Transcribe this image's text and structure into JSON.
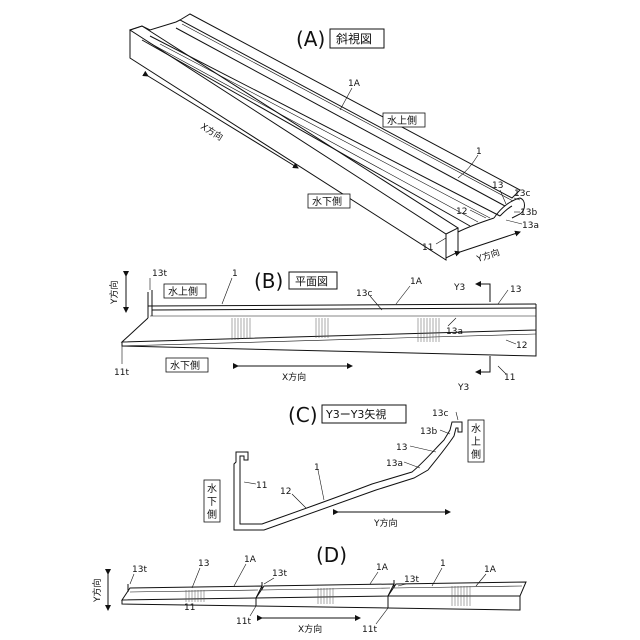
{
  "panelA": {
    "letter": "(A)",
    "caption": "斜視図",
    "labels": {
      "1A": "1A",
      "1": "1",
      "13": "13",
      "13c": "13c",
      "13b": "13b",
      "13a": "13a",
      "12": "12",
      "11": "11"
    },
    "upstream": "水上側",
    "downstream": "水下側",
    "xdir": "X方向",
    "ydir": "Y方向"
  },
  "panelB": {
    "letter": "(B)",
    "caption": "平面図",
    "labels": {
      "13t": "13t",
      "1": "1",
      "1A": "1A",
      "13c": "13c",
      "13": "13",
      "13a": "13a",
      "12": "12",
      "11": "11",
      "11t": "11t",
      "y3top": "Y3",
      "y3bottom": "Y3"
    },
    "upstream": "水上側",
    "downstream": "水下側",
    "xdir": "X方向",
    "ydir": "Y方向"
  },
  "panelC": {
    "letter": "(C)",
    "caption": "Y3ーY3矢視",
    "labels": {
      "13c": "13c",
      "13b": "13b",
      "13": "13",
      "13a": "13a",
      "11": "11",
      "1": "1",
      "12": "12"
    },
    "upstream": [
      "水",
      "上",
      "側"
    ],
    "downstream": [
      "水",
      "下",
      "側"
    ],
    "ydir": "Y方向"
  },
  "panelD": {
    "letter": "(D)",
    "labels": {
      "13t_a": "13t",
      "13": "13",
      "1A_a": "1A",
      "13t_b": "13t",
      "1A_b": "1A",
      "13t_c": "13t",
      "1": "1",
      "1A_c": "1A",
      "11_a": "11",
      "11t_a": "11t",
      "11t_b": "11t"
    },
    "xdir": "X方向",
    "ydir": "Y方向"
  }
}
